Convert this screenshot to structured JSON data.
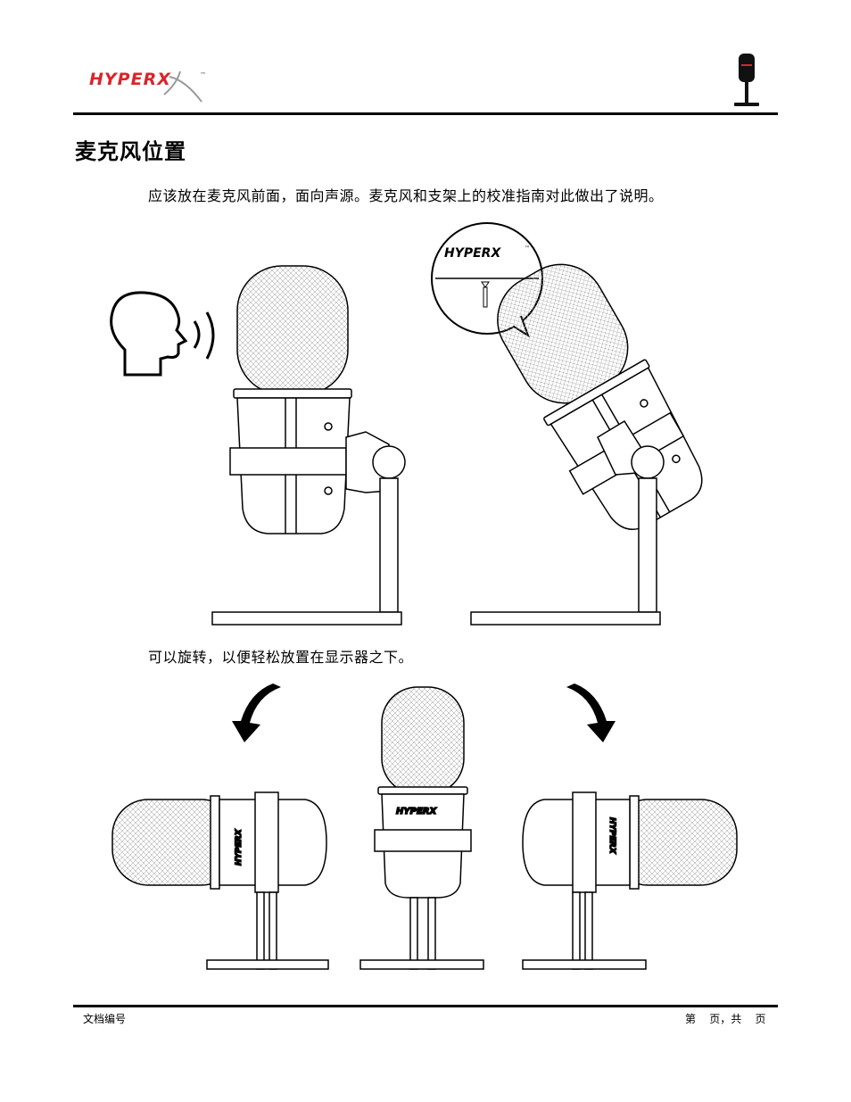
{
  "header": {
    "logo_text": "HYPERX",
    "trademark": "™",
    "product_icon": "microphone-icon"
  },
  "section": {
    "title": "麦克风位置",
    "para1": "应该放在麦克风前面，面向声源。麦克风和支架上的校准指南对此做出了说明。",
    "para2": "可以旋转，以便轻松放置在显示器之下。"
  },
  "figure1": {
    "icons": [
      "speaking-head-icon",
      "sound-waves-icon",
      "microphone-upright",
      "microphone-tilted",
      "zoom-callout"
    ],
    "callout_logo_text": "HYPERX",
    "callout_trademark": "™"
  },
  "figure2": {
    "icons": [
      "rotate-left-arrow-icon",
      "rotate-right-arrow-icon",
      "microphone-rotated-left",
      "microphone-front",
      "microphone-rotated-right"
    ],
    "logo_text": "HYPERX"
  },
  "footer": {
    "doc_number_label": "文档编号",
    "page_label": "第    页，共    页"
  },
  "colors": {
    "logo_red": "#d9252b",
    "line": "#000000"
  }
}
